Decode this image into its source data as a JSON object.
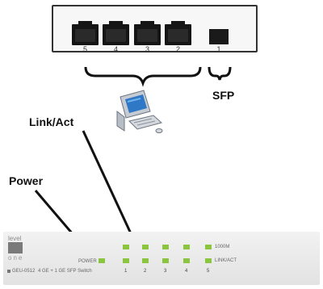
{
  "rear_panel": {
    "rj45_port_numbers": [
      "5",
      "4",
      "3",
      "2"
    ],
    "sfp_port_number": "1"
  },
  "callouts": {
    "sfp": "SFP",
    "link_act": "Link/Act",
    "power": "Power"
  },
  "front_panel": {
    "logo_top": "level",
    "logo_bottom": "one",
    "power_label": "POWER",
    "label_1000m": "1000M",
    "label_linkact": "LINK/ACT",
    "model_text": "GEU-0512",
    "description": "4 GE + 1 GE SFP Switch",
    "port_numbers": [
      "1",
      "2",
      "3",
      "4",
      "5"
    ]
  },
  "colors": {
    "led": "#8bc43f",
    "outline": "#111111"
  }
}
